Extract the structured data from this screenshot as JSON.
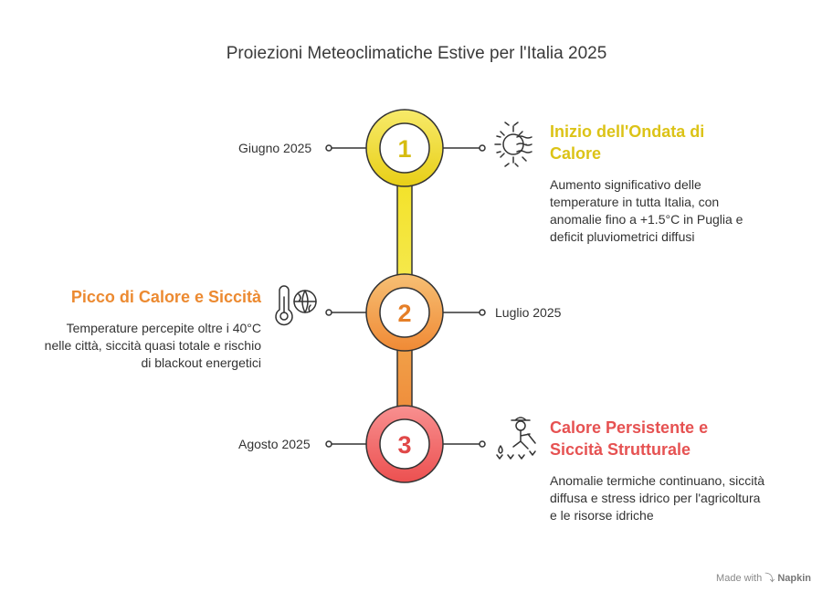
{
  "title": "Proiezioni Meteoclimatiche Estive per l'Italia 2025",
  "colors": {
    "step1": "#e8d21e",
    "step2": "#f0943f",
    "step3": "#ee5a5a"
  },
  "steps": [
    {
      "number": "1",
      "date": "Giugno 2025",
      "heading": "Inizio dell'Ondata di Calore",
      "description": "Aumento significativo delle temperature in tutta Italia, con anomalie fino a +1.5°C in Puglia e deficit pluviometrici diffusi",
      "icon": "sun-gear-icon"
    },
    {
      "number": "2",
      "date": "Luglio 2025",
      "heading": "Picco di Calore e Siccità",
      "description": "Temperature percepite oltre i 40°C nelle città, siccità quasi totale e rischio di blackout energetici",
      "icon": "thermometer-globe-icon"
    },
    {
      "number": "3",
      "date": "Agosto 2025",
      "heading": "Calore Persistente e Siccità Strutturale",
      "description": "Anomalie termiche continuano, siccità diffusa e stress idrico per l'agricoltura e le risorse idriche",
      "icon": "farmer-drought-icon"
    }
  ],
  "footer": {
    "prefix": "Made with",
    "brand": "Napkin"
  }
}
